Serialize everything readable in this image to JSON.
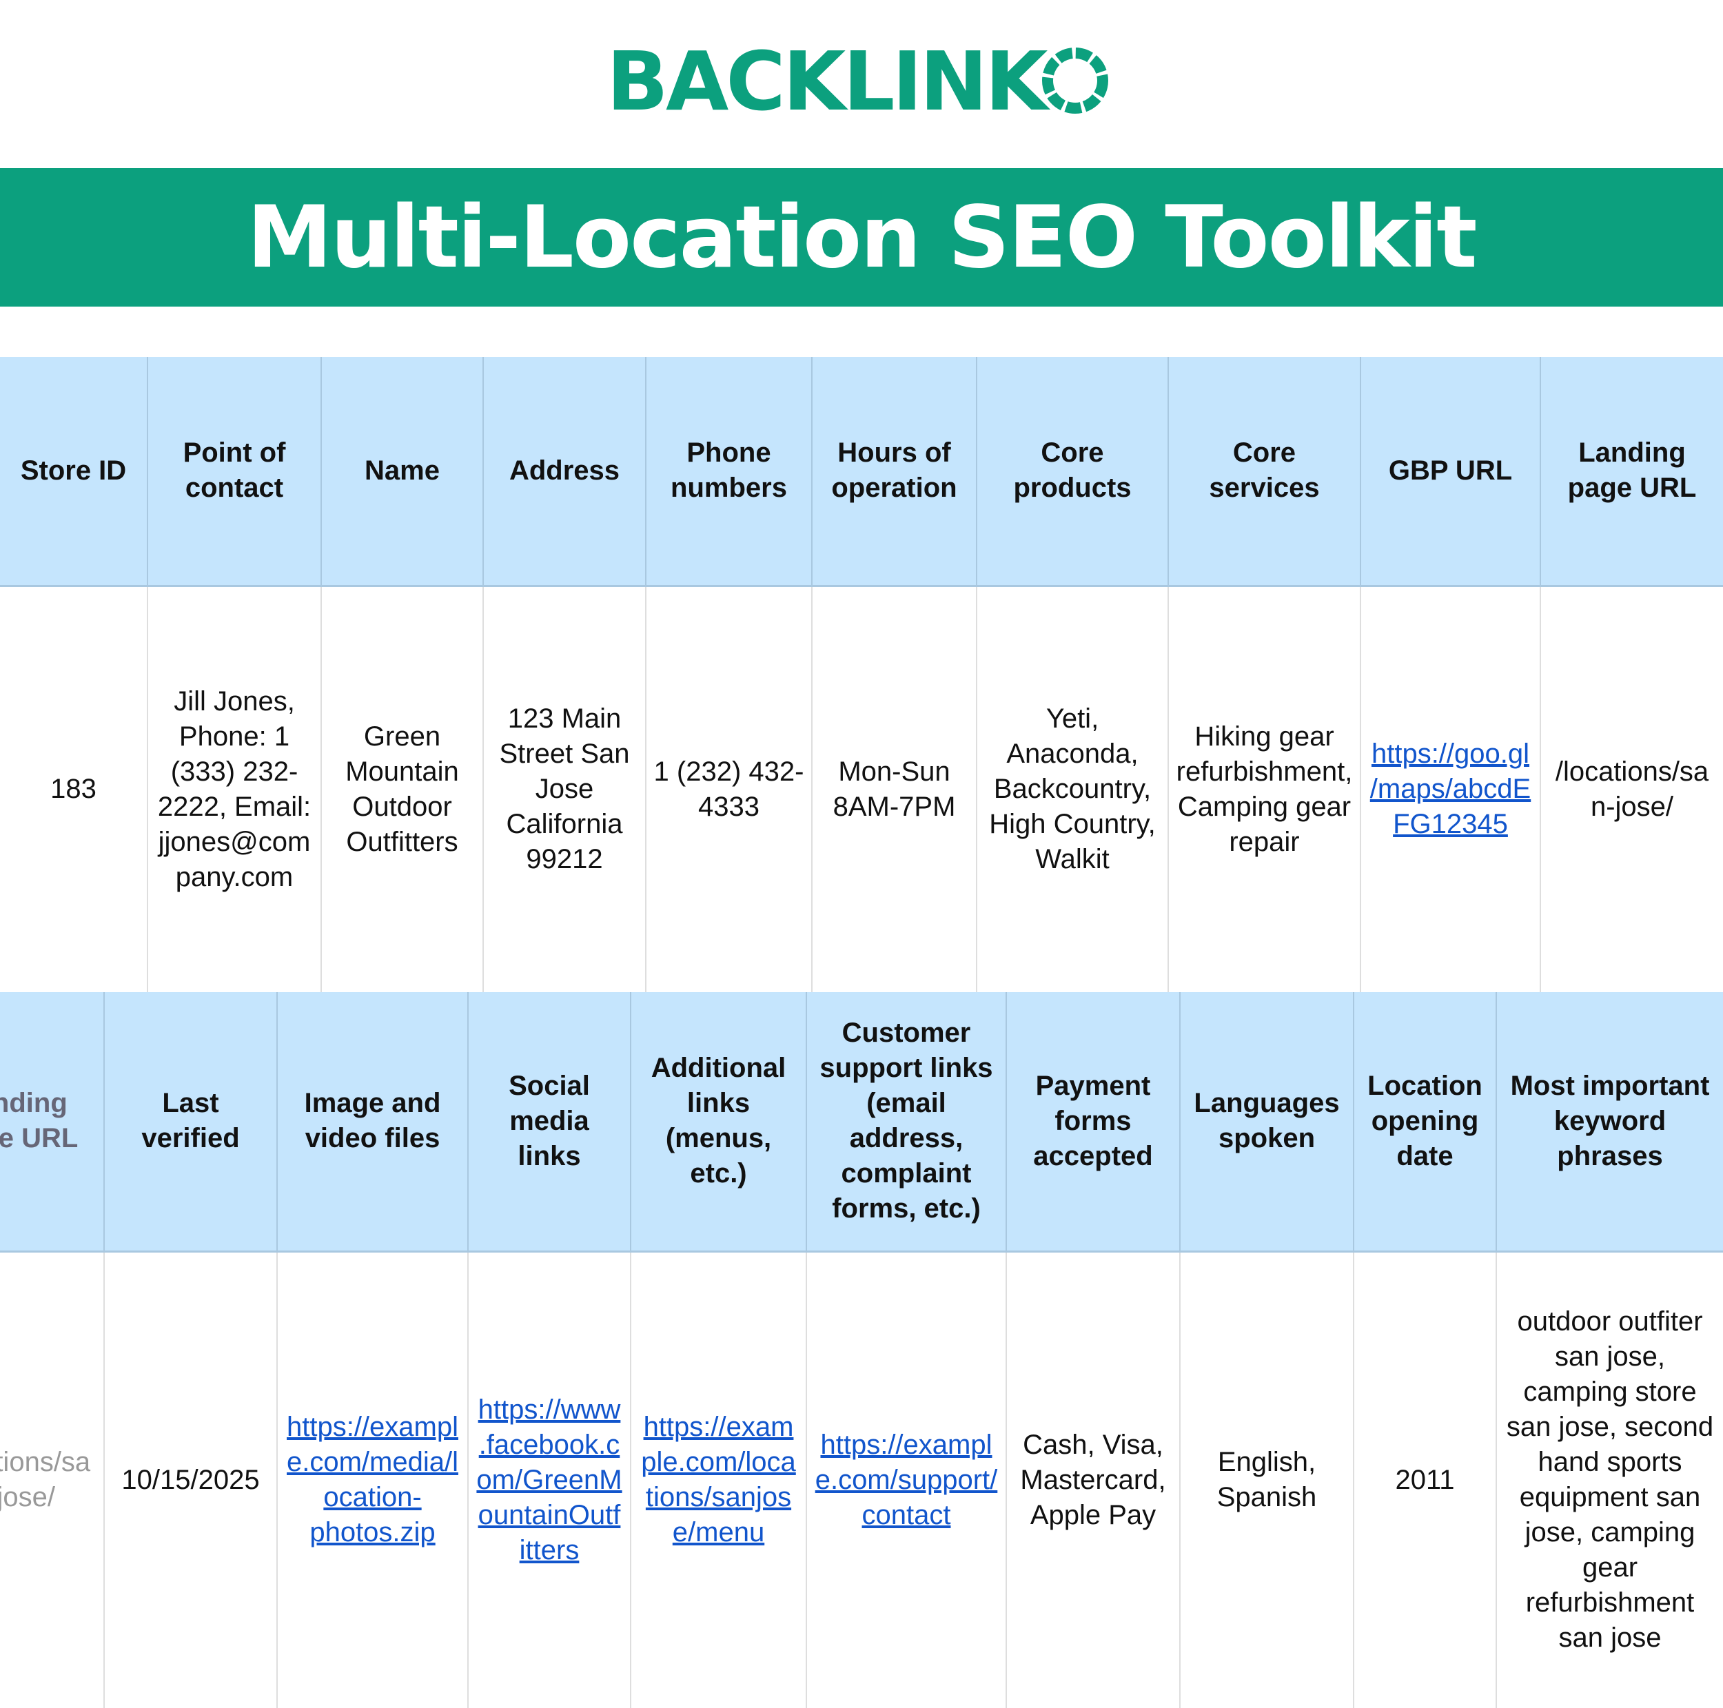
{
  "logo": {
    "text": "BACKLINKO",
    "color": "#0ca07e"
  },
  "title": "Multi-Location SEO Toolkit",
  "colors": {
    "brand": "#0ca07e",
    "header_bg": "#c5e5fd",
    "link": "#1155cc"
  },
  "table1": {
    "headers": [
      "Store ID",
      "Point of contact",
      "Name",
      "Address",
      "Phone numbers",
      "Hours of operation",
      "Core products",
      "Core services",
      "GBP URL",
      "Landing page URL"
    ],
    "row": [
      "183",
      "Jill Jones, Phone: 1 (333) 232-2222, Email: jjones@company.com",
      "Green Mountain Outdoor Outfitters",
      "123 Main Street San Jose California 99212",
      "1 (232) 432-4333",
      "Mon-Sun 8AM-7PM",
      "Yeti, Anaconda, Backcountry, High Country, Walkit",
      "Hiking gear refurbishment, Camping gear repair",
      "https://goo.gl/maps/abcdEFG12345",
      "/locations/san-jose/"
    ]
  },
  "table2": {
    "headers": [
      "Landing page URL",
      "Last verified",
      "Image and video files",
      "Social media links",
      "Additional links (menus, etc.)",
      "Customer support links (email address, complaint forms, etc.)",
      "Payment forms accepted",
      "Languages spoken",
      "Location opening date",
      "Most important keyword phrases"
    ],
    "row": [
      "/locations/san-jose/",
      "10/15/2025",
      "https://example.com/media/location-photos.zip",
      "https://www.facebook.com/GreenMountainOutfitters",
      "https://example.com/locations/sanjose/menu",
      "https://example.com/support/contact",
      "Cash, Visa, Mastercard, Apple Pay",
      "English, Spanish",
      "2011",
      "outdoor outfiter san jose, camping store san jose, second hand sports equipment san jose, camping gear refurbishment san jose"
    ]
  }
}
